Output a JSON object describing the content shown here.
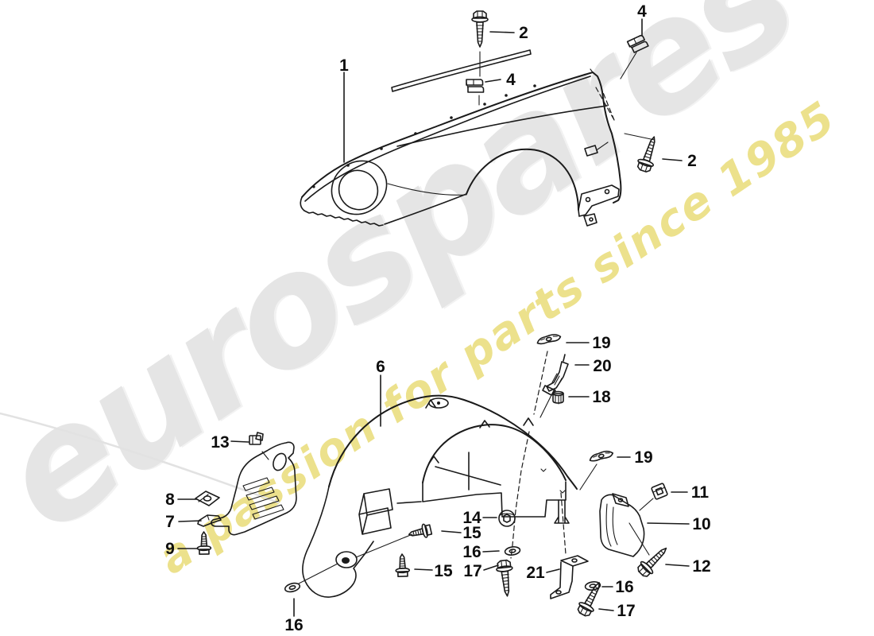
{
  "watermark": {
    "brand": "eurospares",
    "tagline": "a passion for parts since 1985",
    "brand_color": "#e5e5e5",
    "tagline_color": "#e9dc78"
  },
  "diagram": {
    "background_color": "#ffffff",
    "line_color": "#1a1a1a",
    "description": "Exploded parts diagram: front fender (top) and wheel housing liner with fixings (bottom)"
  },
  "callouts": [
    {
      "label": "1",
      "part": "front-fender"
    },
    {
      "label": "2",
      "part": "screw-top"
    },
    {
      "label": "4",
      "part": "sheet-clip-top"
    },
    {
      "label": "4",
      "part": "sheet-clip-rear"
    },
    {
      "label": "2",
      "part": "screw-rear"
    },
    {
      "label": "6",
      "part": "wheel-housing-liner"
    },
    {
      "label": "19",
      "part": "wing-clip-upper"
    },
    {
      "label": "20",
      "part": "support-bracket"
    },
    {
      "label": "18",
      "part": "nut"
    },
    {
      "label": "13",
      "part": "clip-left"
    },
    {
      "label": "8",
      "part": "clip-nut"
    },
    {
      "label": "7",
      "part": "bracket-left"
    },
    {
      "label": "9",
      "part": "screw-left"
    },
    {
      "label": "16",
      "part": "washer-lower-left"
    },
    {
      "label": "14",
      "part": "grommet-nut"
    },
    {
      "label": "15",
      "part": "screw-center-left"
    },
    {
      "label": "16",
      "part": "washer-center"
    },
    {
      "label": "17",
      "part": "screw-center"
    },
    {
      "label": "21",
      "part": "angle-bracket"
    },
    {
      "label": "15",
      "part": "screw-bottom-left"
    },
    {
      "label": "19",
      "part": "wing-clip-lower"
    },
    {
      "label": "11",
      "part": "clip-right"
    },
    {
      "label": "10",
      "part": "stone-guard"
    },
    {
      "label": "12",
      "part": "screw-stone-guard"
    },
    {
      "label": "16",
      "part": "washer-right"
    },
    {
      "label": "17",
      "part": "screw-bottom-right"
    }
  ]
}
